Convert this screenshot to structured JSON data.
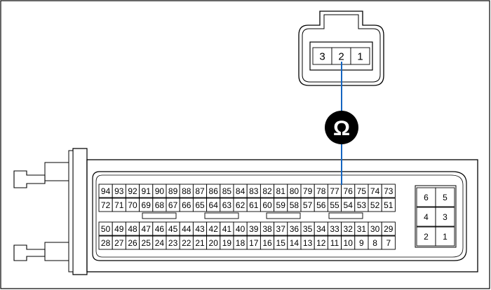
{
  "small_connector": {
    "pins": [
      "3",
      "2",
      "1"
    ],
    "probe_pin": "2"
  },
  "ecu_connector": {
    "row1": [
      "94",
      "93",
      "92",
      "91",
      "90",
      "89",
      "88",
      "87",
      "86",
      "85",
      "84",
      "83",
      "82",
      "81",
      "80",
      "79",
      "78",
      "77",
      "76",
      "75",
      "74",
      "73"
    ],
    "row2": [
      "72",
      "71",
      "70",
      "69",
      "68",
      "67",
      "66",
      "65",
      "64",
      "63",
      "62",
      "61",
      "60",
      "59",
      "58",
      "57",
      "56",
      "55",
      "54",
      "53",
      "52",
      "51"
    ],
    "row3": [
      "50",
      "49",
      "48",
      "47",
      "46",
      "45",
      "44",
      "43",
      "42",
      "41",
      "40",
      "39",
      "38",
      "37",
      "36",
      "35",
      "34",
      "33",
      "32",
      "31",
      "30",
      "29"
    ],
    "row4": [
      "28",
      "27",
      "26",
      "25",
      "24",
      "23",
      "22",
      "21",
      "20",
      "19",
      "18",
      "17",
      "16",
      "15",
      "14",
      "13",
      "12",
      "11",
      "10",
      "9",
      "8",
      "7"
    ],
    "aux_block": [
      [
        "6",
        "5"
      ],
      [
        "4",
        "3"
      ],
      [
        "2",
        "1"
      ]
    ],
    "probe_pin": "77"
  },
  "meter_symbol": "Ω",
  "colors": {
    "probe_line": "#1565c0",
    "outline": "#000000",
    "meter_fill": "#000000",
    "meter_text": "#ffffff"
  }
}
